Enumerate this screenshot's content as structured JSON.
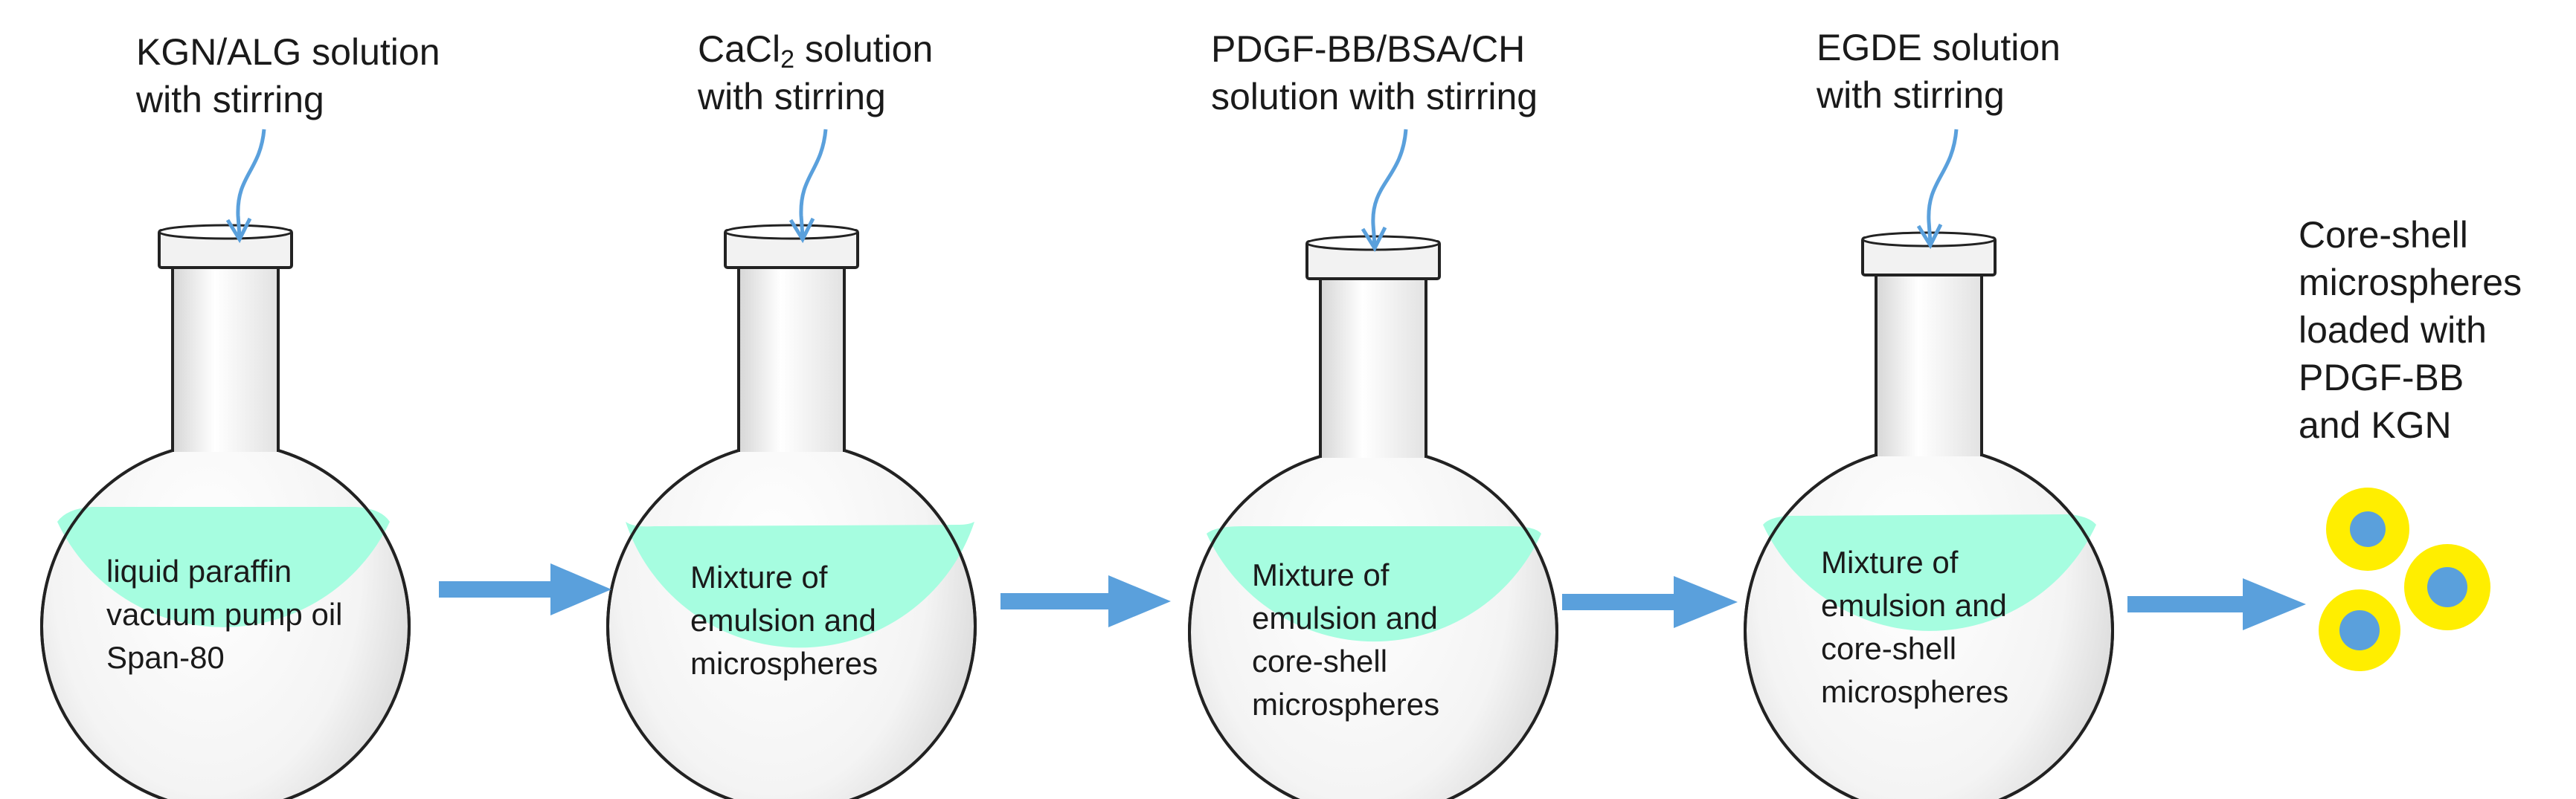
{
  "steps": [
    {
      "label_lines": [
        "KGN/ALG solution",
        "with stirring"
      ],
      "content_lines": [
        "liquid paraffin",
        "vacuum pump oil",
        "Span-80"
      ]
    },
    {
      "label_lines": [
        "CaCl",
        "with stirring"
      ],
      "label_sub": "2",
      "label_suffix": " solution",
      "content_lines": [
        "Mixture of",
        "emulsion and",
        "microspheres"
      ]
    },
    {
      "label_lines": [
        "PDGF-BB/BSA/CH",
        "solution with stirring"
      ],
      "content_lines": [
        "Mixture of",
        "emulsion and",
        "core-shell",
        "microspheres"
      ]
    },
    {
      "label_lines": [
        "EGDE solution",
        "with stirring"
      ],
      "content_lines": [
        "Mixture of",
        "emulsion and",
        "core-shell",
        "microspheres"
      ]
    }
  ],
  "product": {
    "label_lines": [
      "Core-shell",
      "microspheres",
      "loaded with",
      "PDGF-BB",
      "and KGN"
    ]
  },
  "colors": {
    "liquid": "#a6fde0",
    "arrow": "#5aa0dc",
    "shell": "#ffee00",
    "core": "#5aa0dc",
    "stroke": "#222222"
  }
}
